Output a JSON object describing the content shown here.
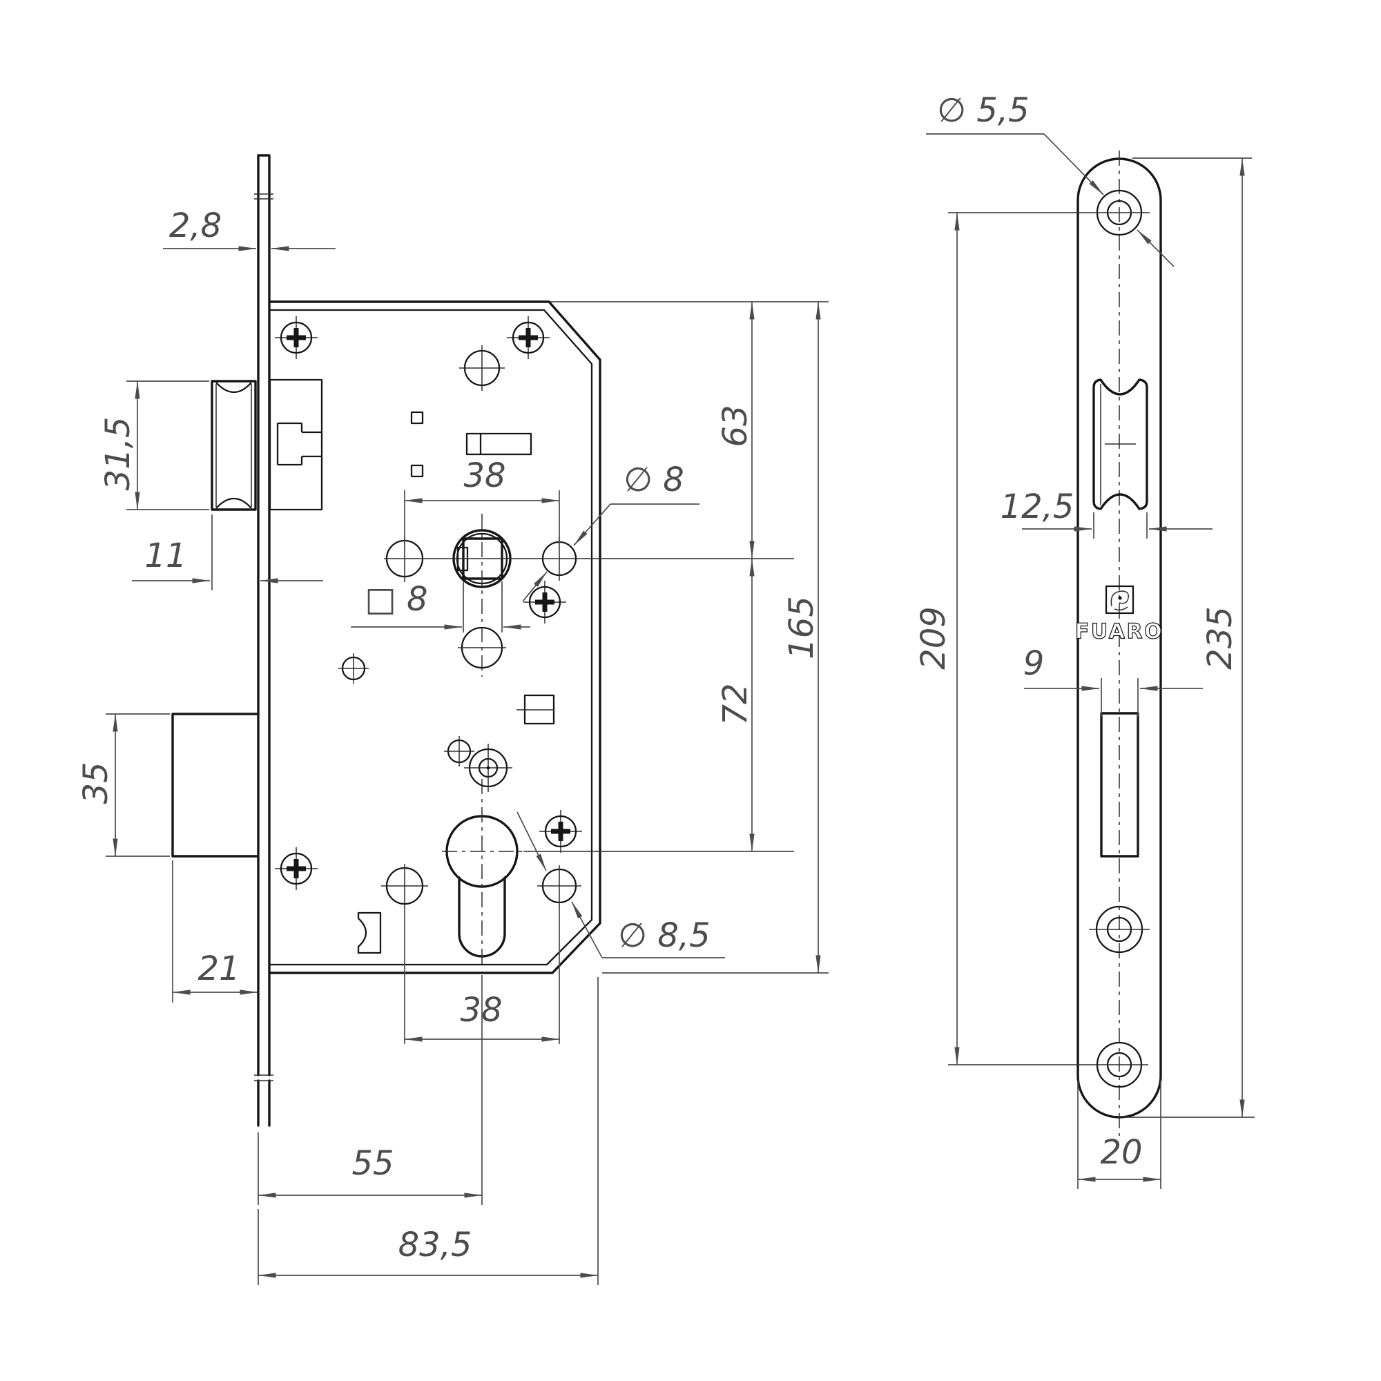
{
  "brand": {
    "name": "FUARO"
  },
  "left_view": {
    "dims": {
      "faceplate_thickness": "2,8",
      "latch_height": "31,5",
      "latch_projection": "11",
      "spindle_span": "38",
      "spindle_hole_dia": "∅ 8",
      "spindle_square": "□ 8",
      "top_to_spindle": "63",
      "spindle_to_cylinder": "72",
      "body_height": "165",
      "bolt_height": "35",
      "bolt_projection": "21",
      "cylinder_span": "38",
      "backset": "55",
      "body_depth": "83,5",
      "cylinder_hole_dia": "∅ 8,5"
    }
  },
  "right_view": {
    "dims": {
      "screw_hole_dia": "∅ 5,5",
      "latch_cutout_width": "12,5",
      "screw_spacing": "209",
      "bolt_cutout_width": "9",
      "plate_length": "235",
      "plate_width": "20"
    }
  }
}
